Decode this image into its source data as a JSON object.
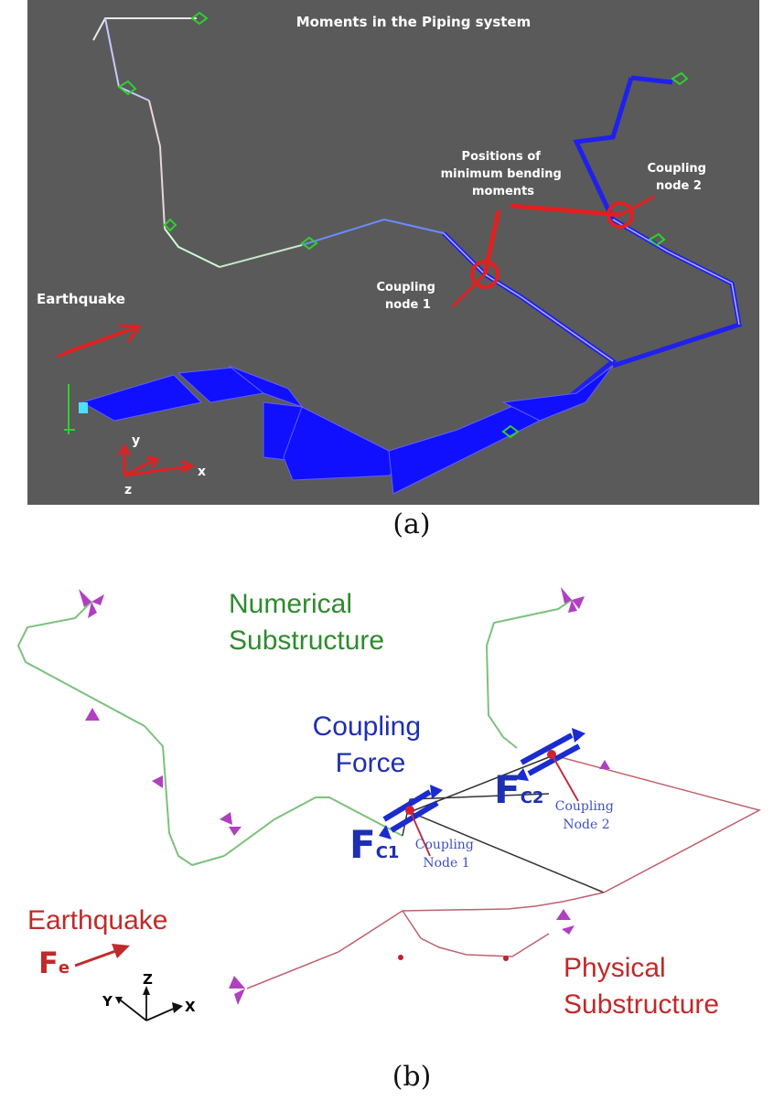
{
  "panel_a": {
    "title": "Moments in the Piping system",
    "positions_label": [
      "Positions of",
      "minimum bending",
      "moments"
    ],
    "coupling_node_2": [
      "Coupling",
      "node 2"
    ],
    "coupling_node_1": [
      "Coupling",
      "node 1"
    ],
    "earthquake": "Earthquake",
    "axis_y": "y",
    "axis_z": "z",
    "axis_x": "x",
    "caption": "(a)",
    "colors": {
      "background": "#5a5a5a",
      "pipe_blue": "#1a1aff",
      "highlight": "#e02020",
      "support": "#2fbf2f"
    }
  },
  "panel_b": {
    "numerical": [
      "Numerical",
      "Substructure"
    ],
    "coupling_force": [
      "Coupling",
      "Force"
    ],
    "fc1_main": "F",
    "fc1_sub": "C1",
    "fc2_main": "F",
    "fc2_sub": "C2",
    "coupling_node_1": [
      "Coupling",
      "Node 1"
    ],
    "coupling_node_2": [
      "Coupling",
      "Node 2"
    ],
    "earthquake": "Earthquake",
    "fe_main": "F",
    "fe_sub": "e",
    "physical": [
      "Physical",
      "Substructure"
    ],
    "axis_z": "Z",
    "axis_y": "Y",
    "axis_x": "X",
    "caption": "(b)",
    "colors": {
      "numerical": "#2e8b2e",
      "physical": "#c0303a",
      "coupling": "#1e2fb0",
      "support": "#b040c0"
    }
  }
}
